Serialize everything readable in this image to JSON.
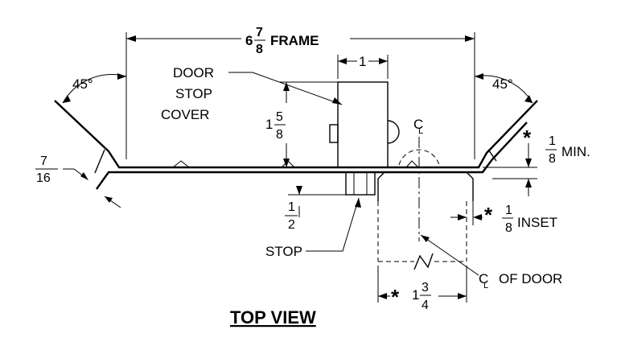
{
  "labels": {
    "frame_whole": "6",
    "frame_num": "7",
    "frame_den": "8",
    "frame_word": "FRAME",
    "door_width": "1",
    "angle_left": "45°",
    "angle_right": "45°",
    "door_stop_cover_line1": "DOOR",
    "door_stop_cover_line2": "STOP",
    "door_stop_cover_line3": "COVER",
    "cover_depth_whole": "1",
    "cover_depth_num": "5",
    "cover_depth_den": "8",
    "centerline_mark": "C",
    "centerline_sub": "L",
    "flange_num": "7",
    "flange_den": "16",
    "min_star": "*",
    "min_num": "1",
    "min_den": "8",
    "min_word": "MIN.",
    "stop_num": "1",
    "stop_den": "2",
    "stop_word": "STOP",
    "inset_star": "*",
    "inset_num": "1",
    "inset_den": "8",
    "inset_word": "INSET",
    "door_cl_mark": "C",
    "door_cl_sub": "L",
    "door_cl_word": "OF DOOR",
    "bottom_star": "*",
    "bottom_whole": "1",
    "bottom_num": "3",
    "bottom_den": "4",
    "title": "TOP VIEW"
  }
}
